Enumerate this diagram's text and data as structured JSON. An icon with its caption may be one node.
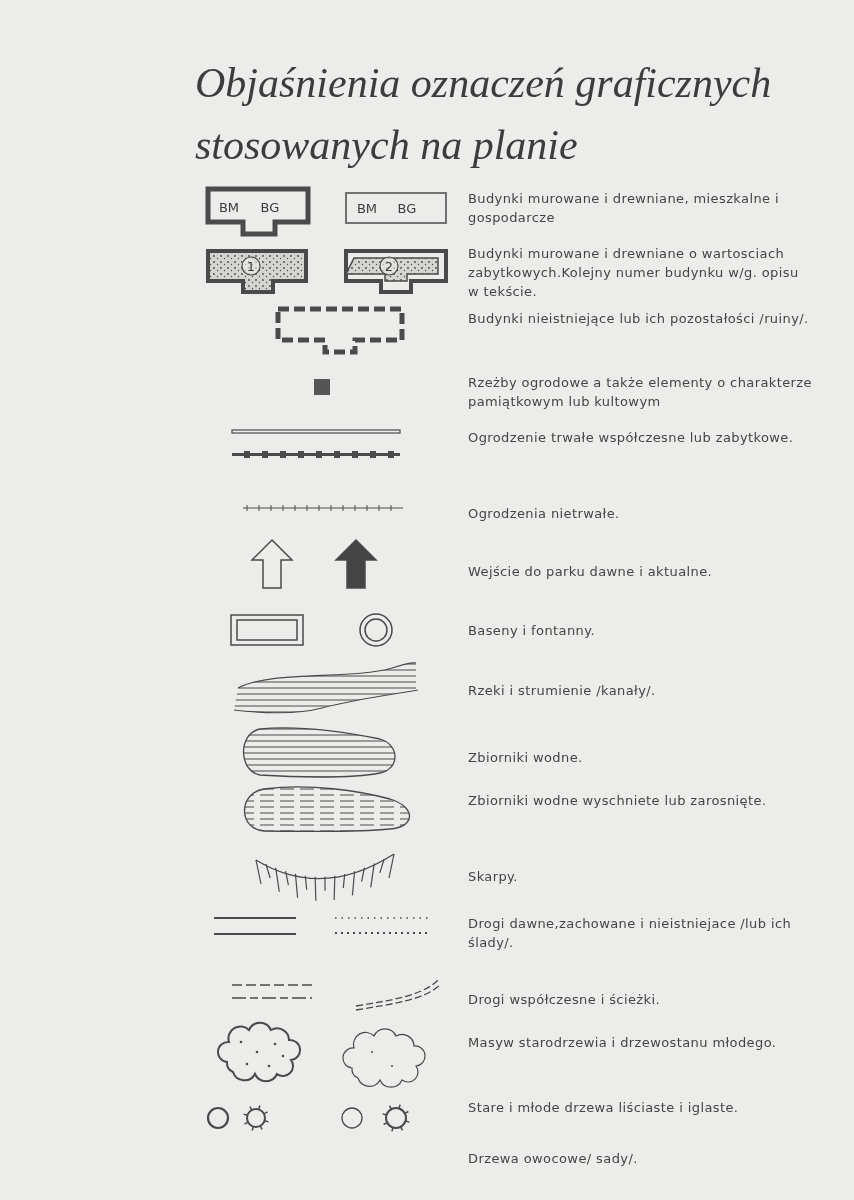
{
  "diagram": {
    "title": "Objaśnienia oznaczeń graficznych stosowanych na planie",
    "labels": [
      "BM",
      "BG",
      "BM",
      "BG",
      "1",
      "2"
    ],
    "legend": [
      {
        "text": "Budynki murowane i drewniane, mieszkalne i gospodarcze"
      },
      {
        "text": "Budynki murowane i drewniane o wartosciach zabytkowych.Kolejny numer budynku w/g. opisu w tekście."
      },
      {
        "text": "Budynki nieistniejące lub ich pozostałości /ruiny/."
      },
      {
        "text": "Rzeżby ogrodowe a także elementy o charakterze pamiątkowym lub kultowym"
      },
      {
        "text": "Ogrodzenie trwałe współczesne lub zabytkowe."
      },
      {
        "text": "Ogrodzenia nietrwałe."
      },
      {
        "text": "Wejście do parku dawne i aktualne."
      },
      {
        "text": "Baseny i fontanny."
      },
      {
        "text": "Rzeki i strumienie /kanały/."
      },
      {
        "text": "Zbiorniki wodne."
      },
      {
        "text": "Zbiorniki wodne wyschniete lub zarosnięte."
      },
      {
        "text": "Skarpy."
      },
      {
        "text": "Drogi dawne,zachowane i nieistniejace /lub ich ślady/."
      },
      {
        "text": "Drogi współczesne i ścieżki."
      },
      {
        "text": "Masyw starodrzewia i drzewostanu młodego."
      },
      {
        "text": "Stare i młode drzewa liściaste i iglaste."
      },
      {
        "text": "Drzewa owocowe/ sady/."
      }
    ]
  }
}
